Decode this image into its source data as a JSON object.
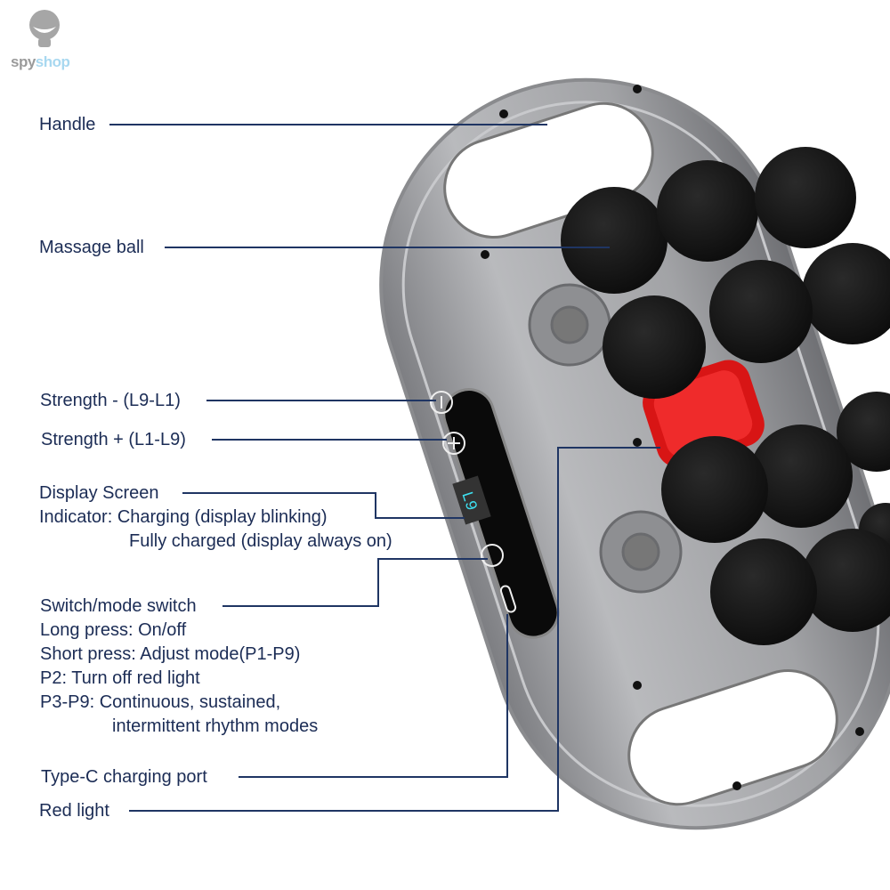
{
  "logo": {
    "text_part1": "spy",
    "text_part2": "shop",
    "colors": {
      "spy": "#9a9a9a",
      "shop": "#a8d8f0"
    }
  },
  "labels": {
    "handle": "Handle",
    "massage_ball": "Massage ball",
    "strength_minus": "Strength - (L9-L1)",
    "strength_plus": "Strength + (L1-L9)",
    "display_screen": "Display Screen",
    "indicator_1": "Indicator: Charging (display blinking)",
    "indicator_2": "Fully charged (display always on)",
    "switch": "Switch/mode switch",
    "long_press": "Long press: On/off",
    "short_press": "Short press: Adjust mode(P1-P9)",
    "p2": "P2: Turn off red light",
    "p3_p9_1": "P3-P9: Continuous, sustained,",
    "p3_p9_2": "intermittent rhythm modes",
    "type_c": "Type-C charging port",
    "red_light": "Red light"
  },
  "colors": {
    "text": "#1b2c55",
    "leader_line": "#1f3563",
    "device": "#9a9b9e",
    "ball": "#141414",
    "red_light": "#e01818"
  }
}
